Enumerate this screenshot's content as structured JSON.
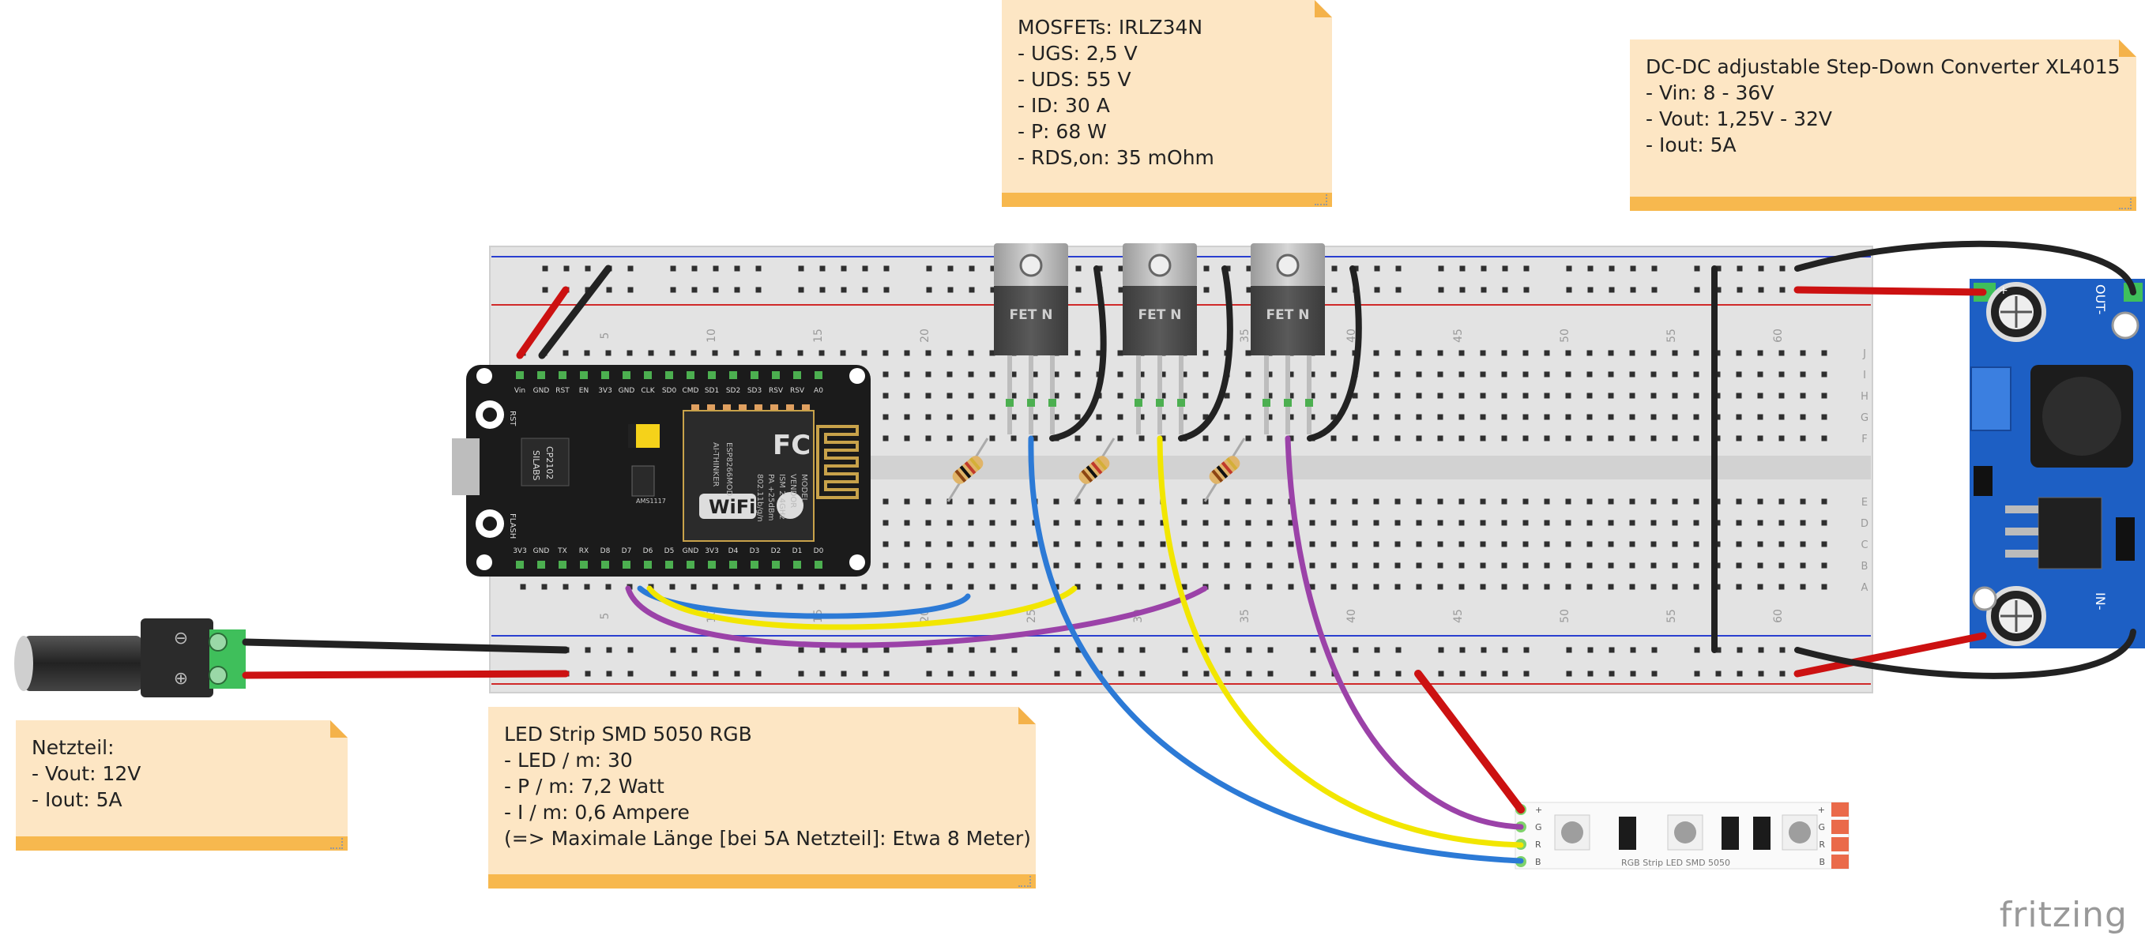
{
  "notes": {
    "mosfet": {
      "lines": [
        "MOSFETs: IRLZ34N",
        "- UGS: 2,5 V",
        "- UDS: 55 V",
        "- ID: 30 A",
        "- P: 68 W",
        "- RDS,on: 35 mOhm"
      ]
    },
    "converter": {
      "lines": [
        "DC-DC adjustable Step-Down Converter XL4015",
        "- Vin: 8 - 36V",
        "- Vout: 1,25V - 32V",
        "- Iout: 5A"
      ]
    },
    "psu": {
      "lines": [
        "Netzteil:",
        "- Vout: 12V",
        "- Iout: 5A"
      ]
    },
    "ledstrip": {
      "lines": [
        "LED Strip SMD 5050 RGB",
        "- LED / m: 30",
        "- P / m: 7,2 Watt",
        "- I / m: 0,6 Ampere",
        "(=> Maximale Länge [bei 5A Netzteil]: Etwa 8 Meter)"
      ]
    }
  },
  "breadboard": {
    "column_numbers": [
      "5",
      "10",
      "15",
      "20",
      "25",
      "30",
      "35",
      "40",
      "45",
      "50",
      "55",
      "60"
    ],
    "row_letters_top": [
      "J",
      "I",
      "H",
      "G",
      "F"
    ],
    "row_letters_bottom": [
      "E",
      "D",
      "C",
      "B",
      "A"
    ],
    "row_labels_right_top": [
      "J",
      "I",
      "H",
      "G",
      "F"
    ],
    "row_labels_right_bottom": [
      "E",
      "D",
      "C",
      "B",
      "A"
    ]
  },
  "esp_board": {
    "top_pins": [
      "Vin",
      "GND",
      "RST",
      "EN",
      "3V3",
      "GND",
      "CLK",
      "SD0",
      "CMD",
      "SD1",
      "SD2",
      "SD3",
      "RSV",
      "RSV",
      "A0"
    ],
    "bottom_pins": [
      "3V3",
      "GND",
      "TX",
      "RX",
      "D8",
      "D7",
      "D6",
      "D5",
      "GND",
      "3V3",
      "D4",
      "D3",
      "D2",
      "D1",
      "D0"
    ],
    "rst_label": "RST",
    "flash_label": "FLASH",
    "chip_labels": [
      "SILABS",
      "CP2102"
    ],
    "regulator_label": "AMS1117",
    "maker_label": "AI-THINKER",
    "module_label": "ESP8266MOD",
    "vendor_lines": [
      "MODEL",
      "VENDOR",
      "ISM 2.4GHz",
      "PA +25dBm",
      "802.11b/g/n"
    ],
    "wifi_label": "WiFi",
    "fcc_label": "FC"
  },
  "mosfets": {
    "label": "FET N",
    "count": 3
  },
  "dc_jack": {
    "minus_label": "⊖",
    "plus_label": "⊕"
  },
  "converter_board": {
    "out_label": "OUT-",
    "in_label": "IN-",
    "plus_label": "+"
  },
  "led_strip": {
    "label": "RGB Strip LED SMD 5050",
    "pin_labels": [
      "+",
      "G",
      "R",
      "B"
    ],
    "right_pin_labels": [
      "+",
      "G",
      "R",
      "B"
    ]
  },
  "brand": "fritzing",
  "colors": {
    "wire_red": "#cc1111",
    "wire_black": "#222222",
    "wire_blue": "#2c7ad6",
    "wire_yellow": "#f2e600",
    "wire_purple": "#9b42a8",
    "note_bg": "#fde6c4",
    "note_band": "#f7b84e",
    "board_blue": "#1d5fc4",
    "esp_black": "#1b1b1b"
  }
}
